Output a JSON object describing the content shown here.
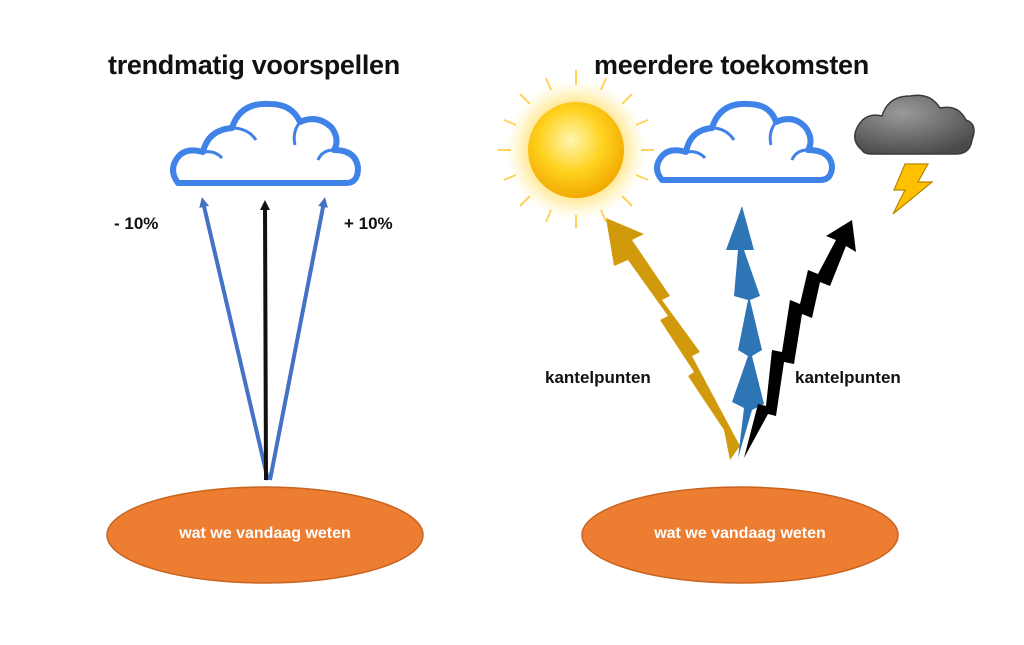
{
  "left_panel": {
    "title": "trendmatig voorspellen",
    "minus_label": "- 10%",
    "plus_label": "+ 10%",
    "base_label": "wat we vandaag weten"
  },
  "right_panel": {
    "title": "meerdere toekomsten",
    "tipping_label_left": "kantelpunten",
    "tipping_label_right": "kantelpunten",
    "base_label": "wat we vandaag weten"
  },
  "colors": {
    "cloud_stroke": "#3f82e8",
    "arrow_blue": "#4472c4",
    "arrow_black": "#111111",
    "ellipse_fill": "#ed7d31",
    "bolt_gold": "#d19a0c",
    "bolt_blue": "#2e75b6",
    "bolt_black": "#000000",
    "sun": "#ffc000",
    "storm_cloud": "#6b6b6b",
    "lightning": "#ffc000"
  },
  "icons": [
    "cloud-icon",
    "sun-icon",
    "storm-cloud-icon",
    "lightning-icon"
  ]
}
